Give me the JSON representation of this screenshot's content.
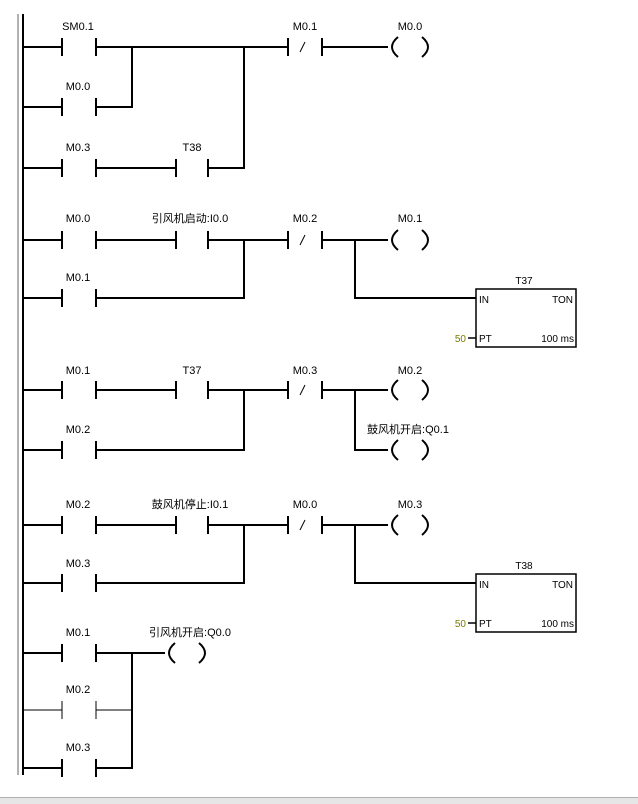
{
  "colors": {
    "line": "#000000",
    "background": "#ffffff",
    "preset": "#7a7a00",
    "scrollbar": "#e6e6e6"
  },
  "networks": [
    {
      "contacts": {
        "c1": "SM0.1",
        "c2": "M0.0",
        "c3": "M0.3",
        "c4": "T38",
        "c5": "M0.1"
      },
      "coil": "M0.0"
    },
    {
      "contacts": {
        "c1": "M0.0",
        "c2": "引风机启动:I0.0",
        "c3": "M0.1",
        "c4": "M0.2"
      },
      "coil": "M0.1",
      "timer": {
        "name": "T37",
        "in": "IN",
        "type": "TON",
        "pt": "PT",
        "preset": "50",
        "base": "100 ms"
      }
    },
    {
      "contacts": {
        "c1": "M0.1",
        "c2": "T37",
        "c3": "M0.2",
        "c4": "M0.3"
      },
      "coil": "M0.2",
      "coil2": "鼓风机开启:Q0.1"
    },
    {
      "contacts": {
        "c1": "M0.2",
        "c2": "鼓风机停止:I0.1",
        "c3": "M0.3",
        "c4": "M0.0"
      },
      "coil": "M0.3",
      "timer": {
        "name": "T38",
        "in": "IN",
        "type": "TON",
        "pt": "PT",
        "preset": "50",
        "base": "100 ms"
      }
    },
    {
      "contacts": {
        "c1": "M0.1",
        "c2": "M0.2",
        "c3": "M0.3"
      },
      "coil": "引风机开启:Q0.0"
    }
  ]
}
